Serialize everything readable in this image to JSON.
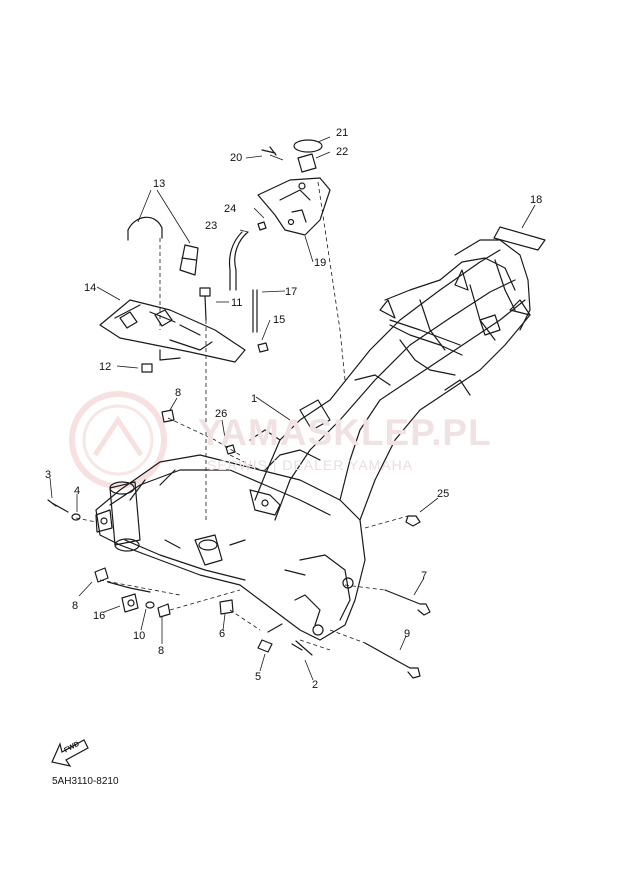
{
  "watermark": {
    "title": "YAMASKLEP.PL",
    "subtitle": "SERWIS | DEALER YAMAHA",
    "logo": "yamaha-tuning-fork-logo",
    "logo_color": "#f2dede"
  },
  "diagram_code": "5AH3110-8210",
  "fwd_label": "FWD",
  "callouts": [
    "1",
    "2",
    "3",
    "4",
    "5",
    "6",
    "7",
    "8",
    "8",
    "8",
    "9",
    "10",
    "11",
    "12",
    "13",
    "14",
    "15",
    "16",
    "17",
    "18",
    "19",
    "20",
    "21",
    "22",
    "23",
    "24",
    "25",
    "26"
  ],
  "line_color": "#1a1a1a"
}
